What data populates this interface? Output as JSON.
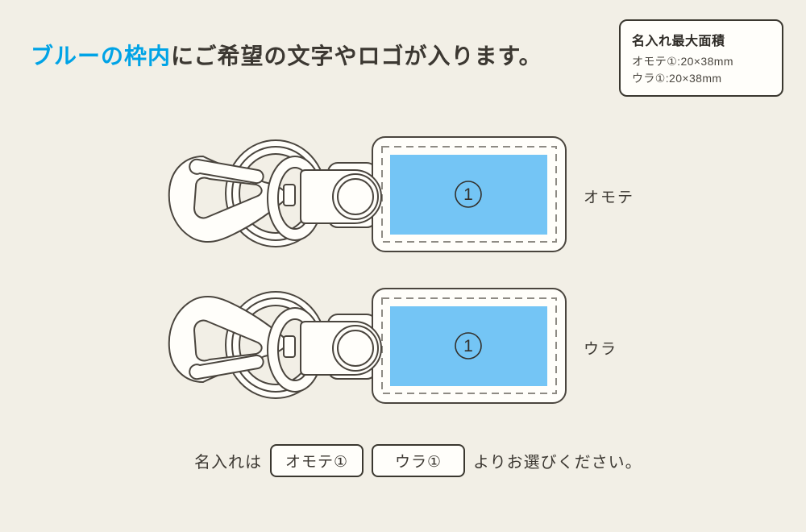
{
  "colors": {
    "background": "#f2efe6",
    "panel": "#fffefa",
    "print_area": "#74c5f5",
    "highlight": "#00a3e6",
    "line": "#4a453e",
    "stitch": "#8e8b84",
    "text": "#3c3832"
  },
  "headline": {
    "highlight": "ブルーの枠内",
    "rest": "にご希望の文字やロゴが入ります。"
  },
  "info_box": {
    "title": "名入れ最大面積",
    "lines": [
      "オモテ①:20×38mm",
      "ウラ①:20×38mm"
    ]
  },
  "keychains": [
    {
      "label": "オモテ",
      "area_number": "1"
    },
    {
      "label": "ウラ",
      "area_number": "1"
    }
  ],
  "footer": {
    "prefix": "名入れは",
    "options": [
      "オモテ①",
      "ウラ①"
    ],
    "suffix": "よりお選びください。"
  }
}
